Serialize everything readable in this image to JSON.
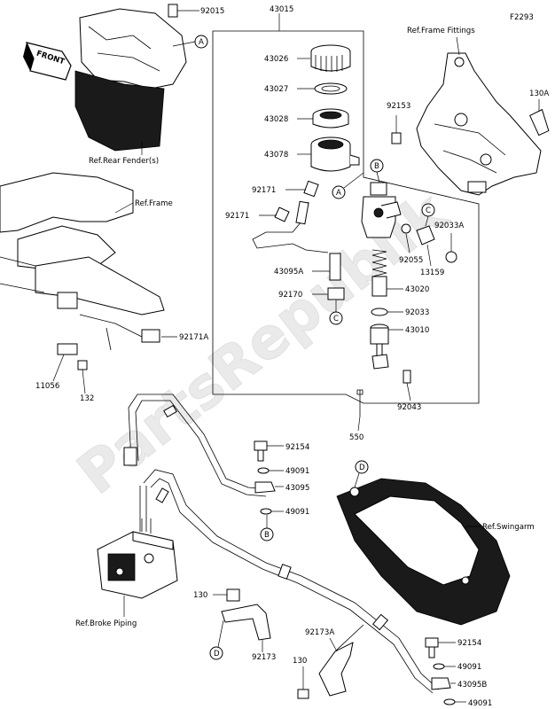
{
  "diagram_code": "F2293",
  "watermark": "PartsRepublik",
  "front_arrow": "FRONT",
  "refs": {
    "rear_fender": "Ref.Rear Fender(s)",
    "frame": "Ref.Frame",
    "frame_fittings": "Ref.Frame Fittings",
    "swingarm": "Ref.Swingarm",
    "brake_piping": "Ref.Broke Piping"
  },
  "parts": {
    "p92015": "92015",
    "p43015": "43015",
    "p43026": "43026",
    "p43027": "43027",
    "p43028": "43028",
    "p43078": "43078",
    "p92171a": "92171",
    "p92171b": "92171",
    "p43095a": "43095A",
    "p92170": "92170",
    "p92171A": "92171A",
    "p11056": "11056",
    "p132": "132",
    "p92153": "92153",
    "p130A": "130A",
    "p92033A": "92033A",
    "p92055": "92055",
    "p13159": "13159",
    "p43020": "43020",
    "p92033": "92033",
    "p43010": "43010",
    "p92043": "92043",
    "p550": "550",
    "p92154a": "92154",
    "p49091a": "49091",
    "p43095": "43095",
    "p49091b": "49091",
    "p130a": "130",
    "p92173": "92173",
    "p92173A": "92173A",
    "p130b": "130",
    "p92154b": "92154",
    "p49091c": "49091",
    "p43095B": "43095B",
    "p49091d": "49091"
  },
  "callouts": {
    "A": "A",
    "B": "B",
    "C": "C",
    "D": "D"
  }
}
